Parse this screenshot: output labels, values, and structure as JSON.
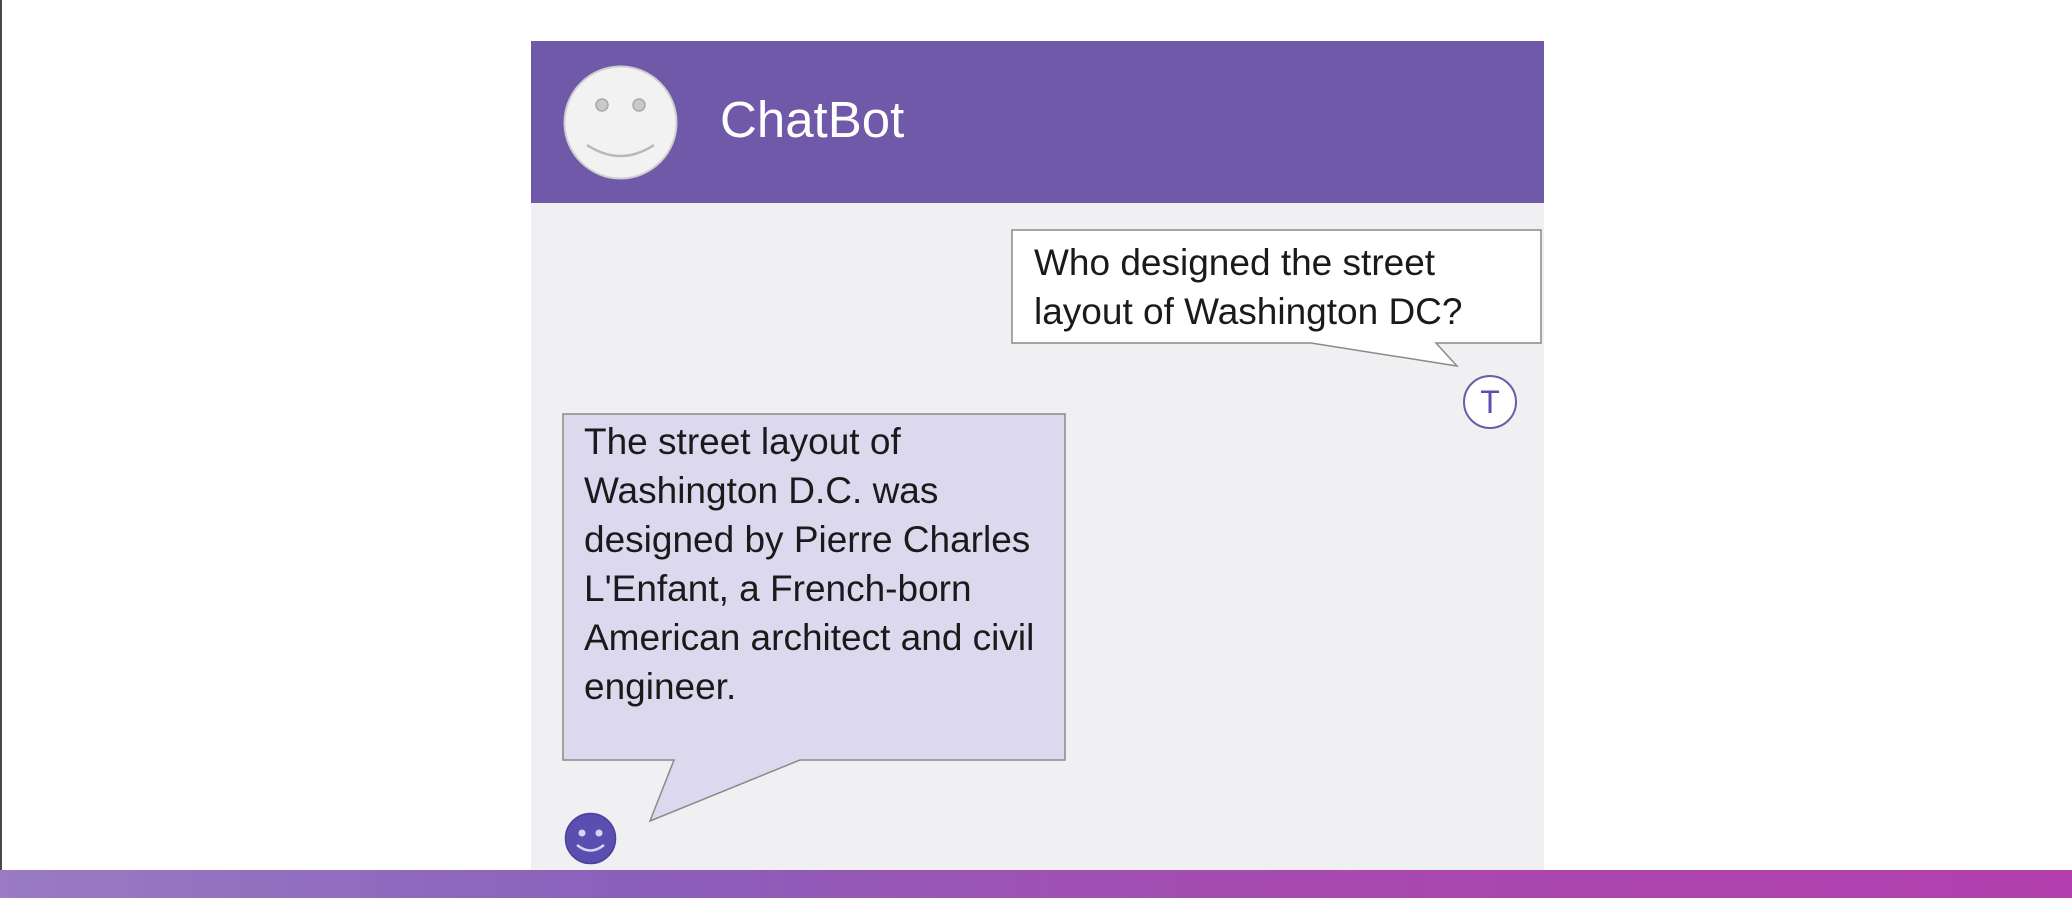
{
  "header": {
    "title": "ChatBot",
    "avatar_icon": "smiley-face-icon"
  },
  "messages": [
    {
      "sender": "user",
      "avatar_letter": "T",
      "text": "Who designed the street layout of Washington DC?"
    },
    {
      "sender": "bot",
      "avatar_icon": "smiley-face-icon",
      "text": "The street layout of Washington D.C. was designed by Pierre Charles L'Enfant, a French-born American architect and civil engineer."
    }
  ],
  "colors": {
    "header": "#6f59a8",
    "chat_background": "#f0eff1",
    "user_bubble": "#ffffff",
    "bot_bubble": "#dcd8ee",
    "bot_avatar": "#5a4fb0",
    "bottom_band": "#a64bb0"
  }
}
